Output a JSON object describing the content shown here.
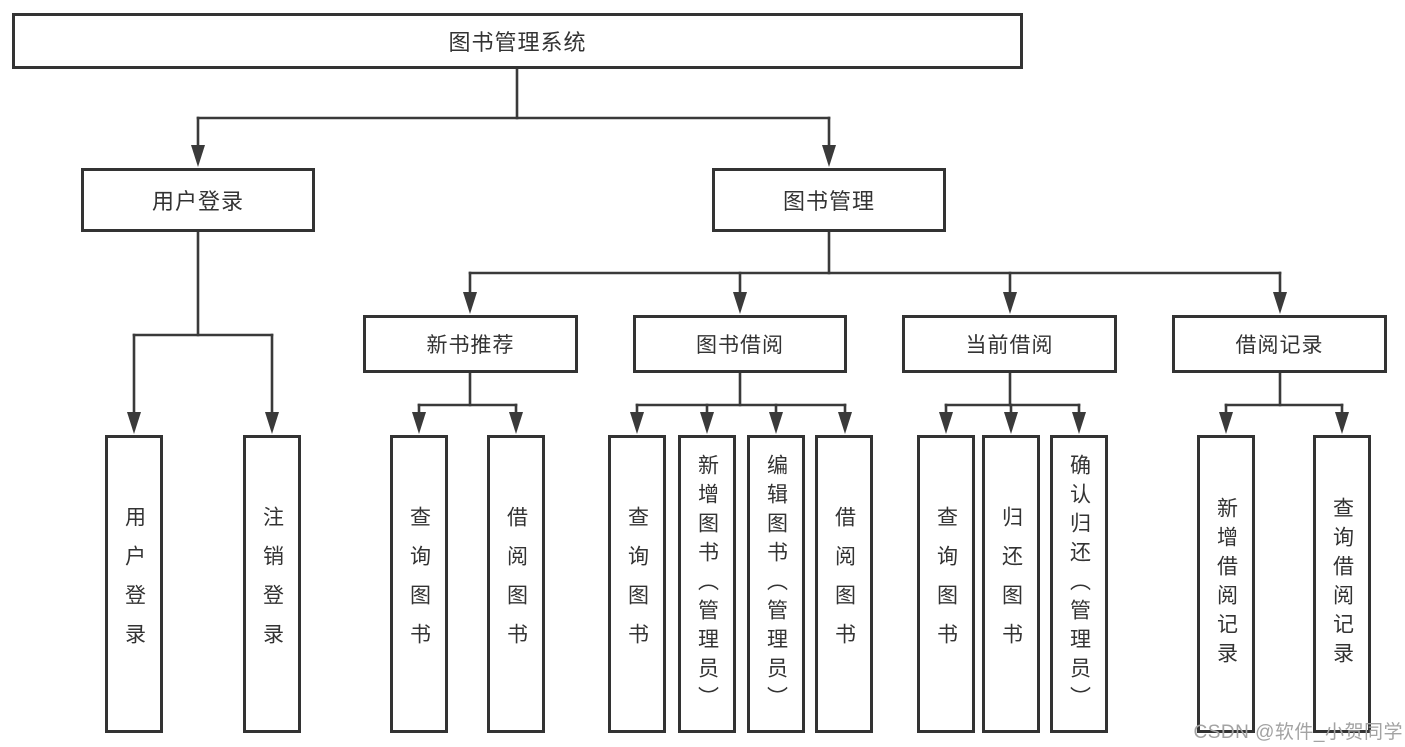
{
  "tree": {
    "root": {
      "label": "图书管理系统"
    },
    "branches": [
      {
        "label": "用户登录",
        "children": [
          {
            "label": "用户登录"
          },
          {
            "label": "注销登录"
          }
        ]
      },
      {
        "label": "图书管理",
        "groups": [
          {
            "label": "新书推荐",
            "children": [
              {
                "label": "查询图书"
              },
              {
                "label": "借阅图书"
              }
            ]
          },
          {
            "label": "图书借阅",
            "children": [
              {
                "label": "查询图书"
              },
              {
                "label": "新增图书（管理员）"
              },
              {
                "label": "编辑图书（管理员）"
              },
              {
                "label": "借阅图书"
              }
            ]
          },
          {
            "label": "当前借阅",
            "children": [
              {
                "label": "查询图书"
              },
              {
                "label": "归还图书"
              },
              {
                "label": "确认归还（管理员）"
              }
            ]
          },
          {
            "label": "借阅记录",
            "children": [
              {
                "label": "新增借阅记录"
              },
              {
                "label": "查询借阅记录"
              }
            ]
          }
        ]
      }
    ]
  },
  "watermark": "CSDN @软件_小贺同学",
  "colors": {
    "line": "#3a3a3a",
    "box_border": "#333333",
    "text": "#333333",
    "watermark": "#a3a3a3",
    "background": "#ffffff"
  }
}
